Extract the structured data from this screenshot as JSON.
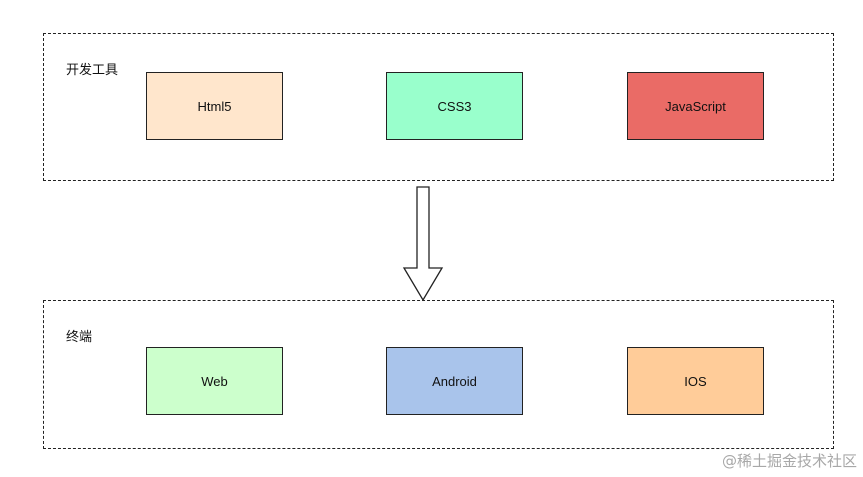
{
  "groups": {
    "top": {
      "label": "开发工具",
      "nodes": [
        {
          "label": "Html5",
          "fill": "#ffe6cc"
        },
        {
          "label": "CSS3",
          "fill": "#99ffcc"
        },
        {
          "label": "JavaScript",
          "fill": "#ea6b66"
        }
      ]
    },
    "bottom": {
      "label": "终端",
      "nodes": [
        {
          "label": "Web",
          "fill": "#ccffcc"
        },
        {
          "label": "Android",
          "fill": "#a9c4eb"
        },
        {
          "label": "IOS",
          "fill": "#ffcc99"
        }
      ]
    }
  },
  "arrow": {
    "direction": "down",
    "icon": "hollow-down-arrow-icon"
  },
  "watermark": "@稀土掘金技术社区"
}
